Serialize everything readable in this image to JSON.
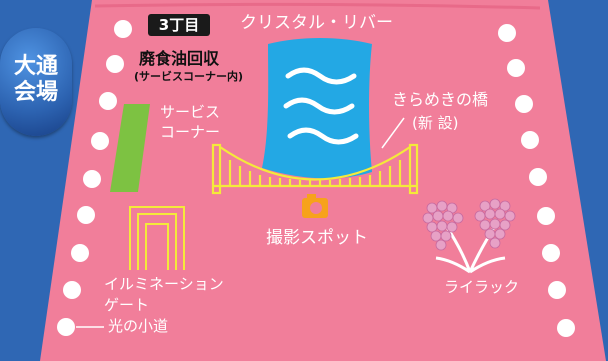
{
  "venue_badge": {
    "line1": "大通",
    "line2": "会場"
  },
  "district_tag": "3丁目",
  "labels": {
    "crystal_river": "クリスタル・リバー",
    "waste_oil": "廃食油回収",
    "waste_oil_sub": "(サービスコーナー内)",
    "service_corner_1": "サービス",
    "service_corner_2": "コーナー",
    "bridge_1": "きらめきの橋",
    "bridge_2": "(新 設)",
    "photo_spot": "撮影スポット",
    "gate_1": "イルミネーション",
    "gate_2": "ゲート",
    "lilac": "ライラック",
    "light_path": "光の小道"
  },
  "colors": {
    "ground": "#f17e9a",
    "river": "#23a8e4",
    "bridge": "#f4ea3a",
    "service_corner": "#7dc242",
    "gate": "#f4ea3a",
    "camera": "#f7a21b",
    "lilac_flower": "#e7a1c6",
    "lilac_stem": "#ffffff",
    "bulb": "#ffffff",
    "badge": "#2f67b4"
  }
}
